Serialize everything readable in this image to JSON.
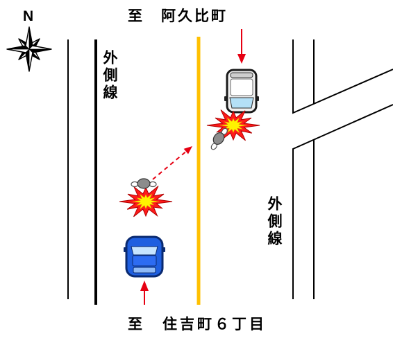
{
  "destinations": {
    "top": "至　阿久比町",
    "bottom": "至　住吉町６丁目"
  },
  "compass": {
    "label": "N",
    "icon": "compass-rose-icon"
  },
  "lane_labels": {
    "left": "外側線",
    "right": "外側線"
  },
  "symbols": {
    "vehicle_top": "car-icon",
    "vehicle_bottom": "car-icon",
    "pedestrian": "pedestrian-icon",
    "collision": "collision-icon",
    "direction": "arrow-icon"
  },
  "colors": {
    "center_line": "#FFC000",
    "arrow": "#E60012",
    "vehicle_blue": "#1F5FE0",
    "vehicle_white": "#F0F0F0",
    "collision_outer": "#FF1A1A",
    "collision_inner": "#FFF200",
    "pedestrian": "#8C8C8C"
  }
}
